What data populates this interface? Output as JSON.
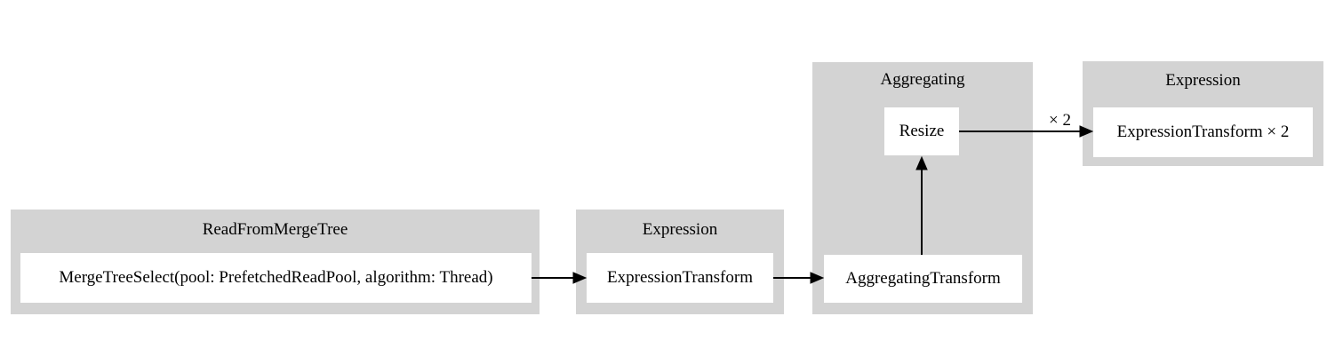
{
  "diagram": {
    "type": "query-pipeline-graph",
    "colors": {
      "background": "#ffffff",
      "cluster_fill": "#d3d3d3",
      "node_fill": "#ffffff",
      "edge": "#000000",
      "text": "#000000"
    },
    "clusters": {
      "read_from_merge_tree": {
        "title": "ReadFromMergeTree",
        "nodes": {
          "merge_tree_select": {
            "label": "MergeTreeSelect(pool: PrefetchedReadPool, algorithm: Thread)"
          }
        }
      },
      "expression_lower": {
        "title": "Expression",
        "nodes": {
          "expression_transform": {
            "label": "ExpressionTransform"
          }
        }
      },
      "aggregating": {
        "title": "Aggregating",
        "nodes": {
          "aggregating_transform": {
            "label": "AggregatingTransform"
          },
          "resize": {
            "label": "Resize"
          }
        }
      },
      "expression_upper": {
        "title": "Expression",
        "nodes": {
          "expression_transform_x2": {
            "label": "ExpressionTransform × 2"
          }
        }
      }
    },
    "edges": [
      {
        "from": "MergeTreeSelect(pool: PrefetchedReadPool, algorithm: Thread)",
        "to": "ExpressionTransform",
        "label": ""
      },
      {
        "from": "ExpressionTransform",
        "to": "AggregatingTransform",
        "label": ""
      },
      {
        "from": "AggregatingTransform",
        "to": "Resize",
        "label": ""
      },
      {
        "from": "Resize",
        "to": "ExpressionTransform × 2",
        "label": "× 2"
      }
    ]
  }
}
